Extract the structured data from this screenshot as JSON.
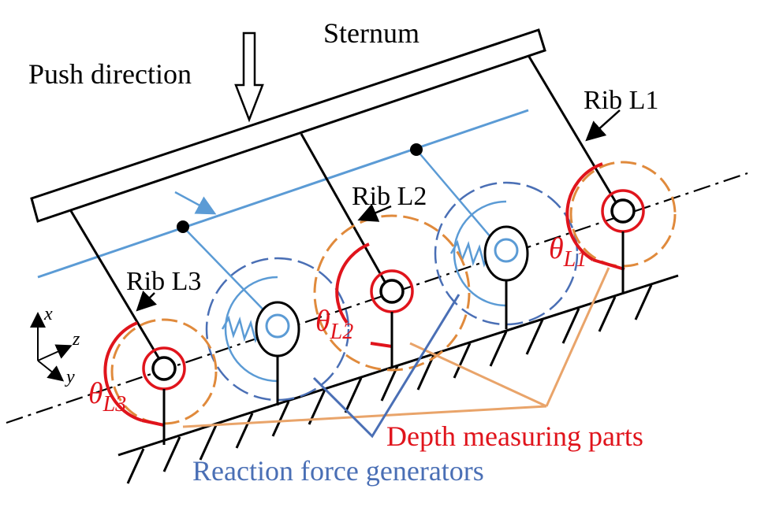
{
  "labels": {
    "sternum": "Sternum",
    "push_direction": "Push direction",
    "rib_l1": "Rib L1",
    "rib_l2": "Rib L2",
    "rib_l3": "Rib L3",
    "depth_parts": "Depth measuring parts",
    "reaction_force": "Reaction force generators"
  },
  "angles": {
    "l1": {
      "symbol": "θ",
      "sub": "L1"
    },
    "l2": {
      "symbol": "θ",
      "sub": "L2"
    },
    "l3": {
      "symbol": "θ",
      "sub": "L3"
    }
  },
  "axes": {
    "x": "x",
    "y": "y",
    "z": "z"
  },
  "colors": {
    "ink": "#000000",
    "blue": "#5b9bd5",
    "blue_dark": "#4a6fb5",
    "red": "#e0141c",
    "orange": "#e08a3c",
    "orange_leader": "#e9a46a",
    "gray": "#a0a0a0"
  }
}
